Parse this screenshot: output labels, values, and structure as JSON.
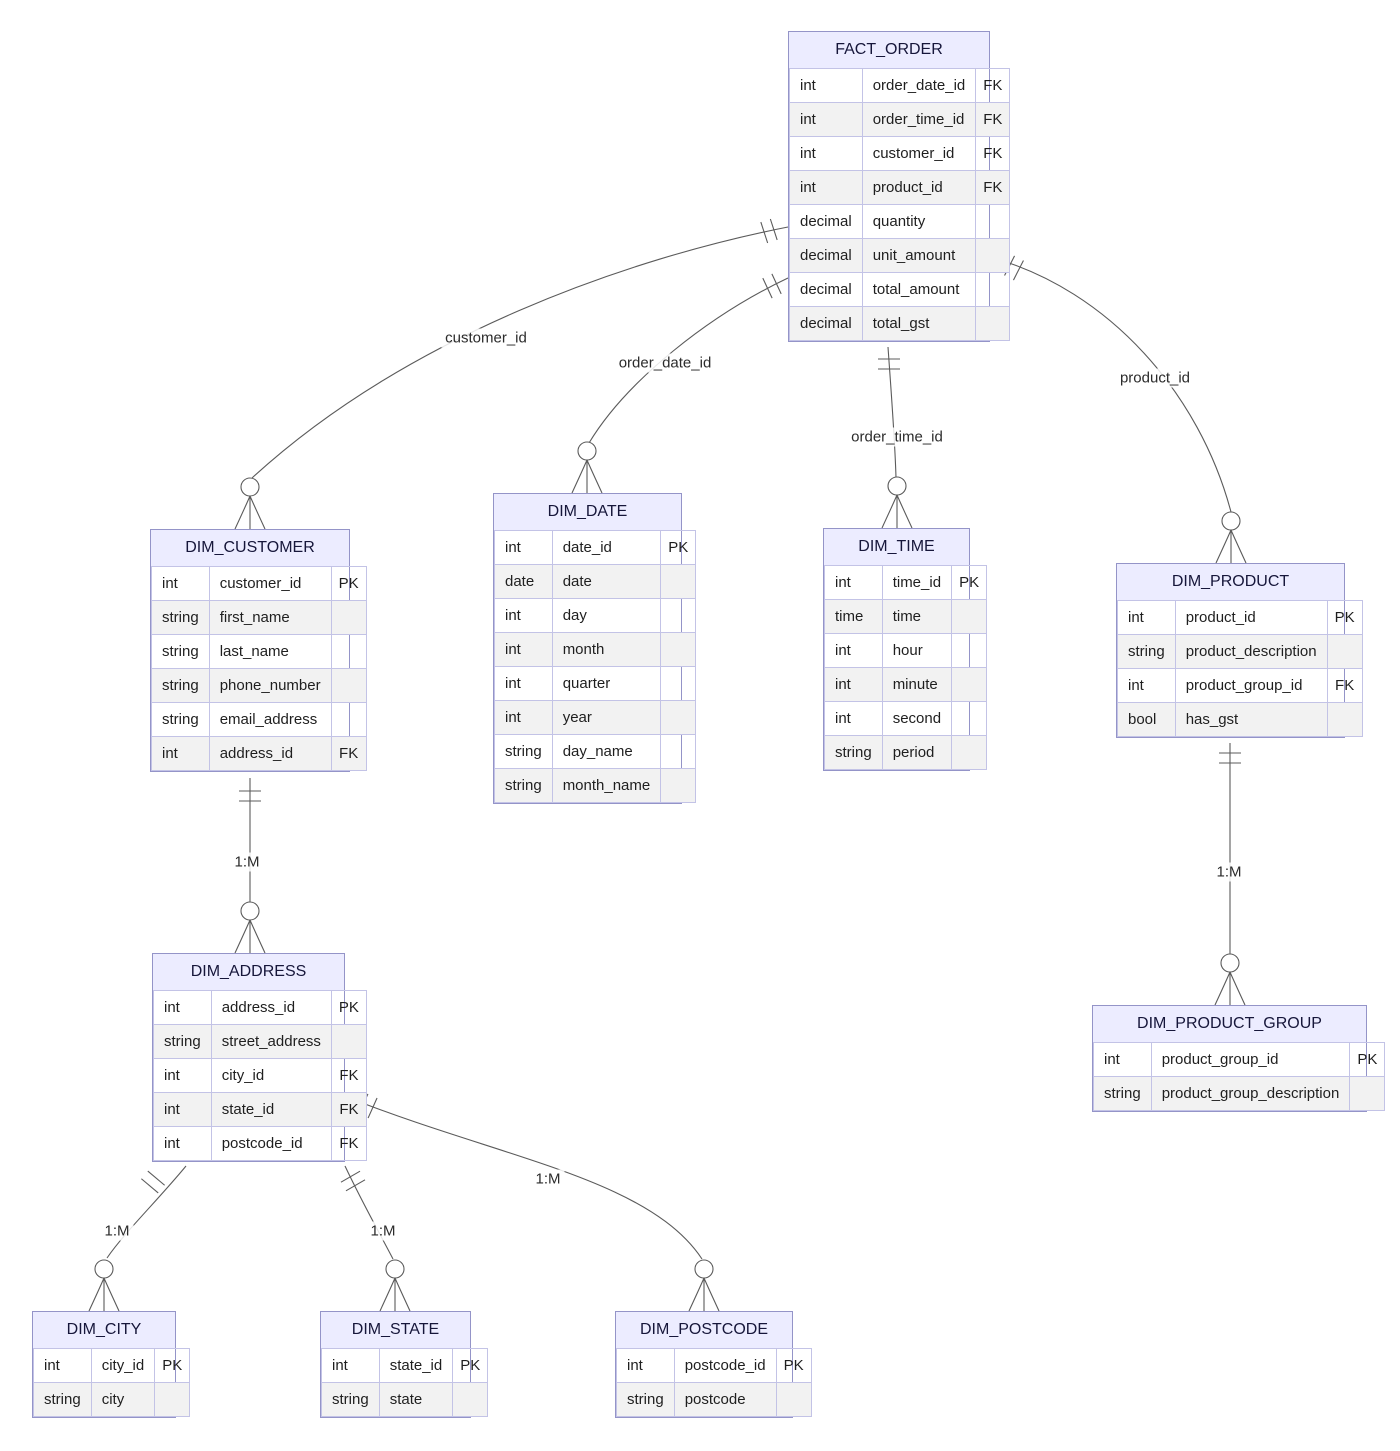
{
  "colors": {
    "entity_header_fill": "#ECECFF",
    "entity_alt_row_fill": "#f2f2f2",
    "entity_border": "#9494c8",
    "cell_border": "#c3c3e6",
    "relationship_line": "#5b5b5b",
    "text": "#1f1f1f"
  },
  "tables": [
    {
      "name": "FACT_ORDER",
      "columns": [
        {
          "type": "int",
          "name": "order_date_id",
          "key": "FK"
        },
        {
          "type": "int",
          "name": "order_time_id",
          "key": "FK"
        },
        {
          "type": "int",
          "name": "customer_id",
          "key": "FK"
        },
        {
          "type": "int",
          "name": "product_id",
          "key": "FK"
        },
        {
          "type": "decimal",
          "name": "quantity",
          "key": ""
        },
        {
          "type": "decimal",
          "name": "unit_amount",
          "key": ""
        },
        {
          "type": "decimal",
          "name": "total_amount",
          "key": ""
        },
        {
          "type": "decimal",
          "name": "total_gst",
          "key": ""
        }
      ]
    },
    {
      "name": "DIM_CUSTOMER",
      "columns": [
        {
          "type": "int",
          "name": "customer_id",
          "key": "PK"
        },
        {
          "type": "string",
          "name": "first_name",
          "key": ""
        },
        {
          "type": "string",
          "name": "last_name",
          "key": ""
        },
        {
          "type": "string",
          "name": "phone_number",
          "key": ""
        },
        {
          "type": "string",
          "name": "email_address",
          "key": ""
        },
        {
          "type": "int",
          "name": "address_id",
          "key": "FK"
        }
      ]
    },
    {
      "name": "DIM_DATE",
      "columns": [
        {
          "type": "int",
          "name": "date_id",
          "key": "PK"
        },
        {
          "type": "date",
          "name": "date",
          "key": ""
        },
        {
          "type": "int",
          "name": "day",
          "key": ""
        },
        {
          "type": "int",
          "name": "month",
          "key": ""
        },
        {
          "type": "int",
          "name": "quarter",
          "key": ""
        },
        {
          "type": "int",
          "name": "year",
          "key": ""
        },
        {
          "type": "string",
          "name": "day_name",
          "key": ""
        },
        {
          "type": "string",
          "name": "month_name",
          "key": ""
        }
      ]
    },
    {
      "name": "DIM_TIME",
      "columns": [
        {
          "type": "int",
          "name": "time_id",
          "key": "PK"
        },
        {
          "type": "time",
          "name": "time",
          "key": ""
        },
        {
          "type": "int",
          "name": "hour",
          "key": ""
        },
        {
          "type": "int",
          "name": "minute",
          "key": ""
        },
        {
          "type": "int",
          "name": "second",
          "key": ""
        },
        {
          "type": "string",
          "name": "period",
          "key": ""
        }
      ]
    },
    {
      "name": "DIM_PRODUCT",
      "columns": [
        {
          "type": "int",
          "name": "product_id",
          "key": "PK"
        },
        {
          "type": "string",
          "name": "product_description",
          "key": ""
        },
        {
          "type": "int",
          "name": "product_group_id",
          "key": "FK"
        },
        {
          "type": "bool",
          "name": "has_gst",
          "key": ""
        }
      ]
    },
    {
      "name": "DIM_ADDRESS",
      "columns": [
        {
          "type": "int",
          "name": "address_id",
          "key": "PK"
        },
        {
          "type": "string",
          "name": "street_address",
          "key": ""
        },
        {
          "type": "int",
          "name": "city_id",
          "key": "FK"
        },
        {
          "type": "int",
          "name": "state_id",
          "key": "FK"
        },
        {
          "type": "int",
          "name": "postcode_id",
          "key": "FK"
        }
      ]
    },
    {
      "name": "DIM_CITY",
      "columns": [
        {
          "type": "int",
          "name": "city_id",
          "key": "PK"
        },
        {
          "type": "string",
          "name": "city",
          "key": ""
        }
      ]
    },
    {
      "name": "DIM_STATE",
      "columns": [
        {
          "type": "int",
          "name": "state_id",
          "key": "PK"
        },
        {
          "type": "string",
          "name": "state",
          "key": ""
        }
      ]
    },
    {
      "name": "DIM_POSTCODE",
      "columns": [
        {
          "type": "int",
          "name": "postcode_id",
          "key": "PK"
        },
        {
          "type": "string",
          "name": "postcode",
          "key": ""
        }
      ]
    },
    {
      "name": "DIM_PRODUCT_GROUP",
      "columns": [
        {
          "type": "int",
          "name": "product_group_id",
          "key": "PK"
        },
        {
          "type": "string",
          "name": "product_group_description",
          "key": ""
        }
      ]
    }
  ],
  "relationships": [
    {
      "from": "FACT_ORDER",
      "to": "DIM_CUSTOMER",
      "label": "customer_id",
      "from_cardinality": "one",
      "to_cardinality": "zero-or-many"
    },
    {
      "from": "FACT_ORDER",
      "to": "DIM_DATE",
      "label": "order_date_id",
      "from_cardinality": "one",
      "to_cardinality": "zero-or-many"
    },
    {
      "from": "FACT_ORDER",
      "to": "DIM_TIME",
      "label": "order_time_id",
      "from_cardinality": "one",
      "to_cardinality": "zero-or-many"
    },
    {
      "from": "FACT_ORDER",
      "to": "DIM_PRODUCT",
      "label": "product_id",
      "from_cardinality": "one",
      "to_cardinality": "zero-or-many"
    },
    {
      "from": "DIM_CUSTOMER",
      "to": "DIM_ADDRESS",
      "label": "1:M",
      "from_cardinality": "one",
      "to_cardinality": "zero-or-many"
    },
    {
      "from": "DIM_ADDRESS",
      "to": "DIM_CITY",
      "label": "1:M",
      "from_cardinality": "one",
      "to_cardinality": "zero-or-many"
    },
    {
      "from": "DIM_ADDRESS",
      "to": "DIM_STATE",
      "label": "1:M",
      "from_cardinality": "one",
      "to_cardinality": "zero-or-many"
    },
    {
      "from": "DIM_ADDRESS",
      "to": "DIM_POSTCODE",
      "label": "1:M",
      "from_cardinality": "one",
      "to_cardinality": "zero-or-many"
    },
    {
      "from": "DIM_PRODUCT",
      "to": "DIM_PRODUCT_GROUP",
      "label": "1:M",
      "from_cardinality": "one",
      "to_cardinality": "zero-or-many"
    }
  ]
}
